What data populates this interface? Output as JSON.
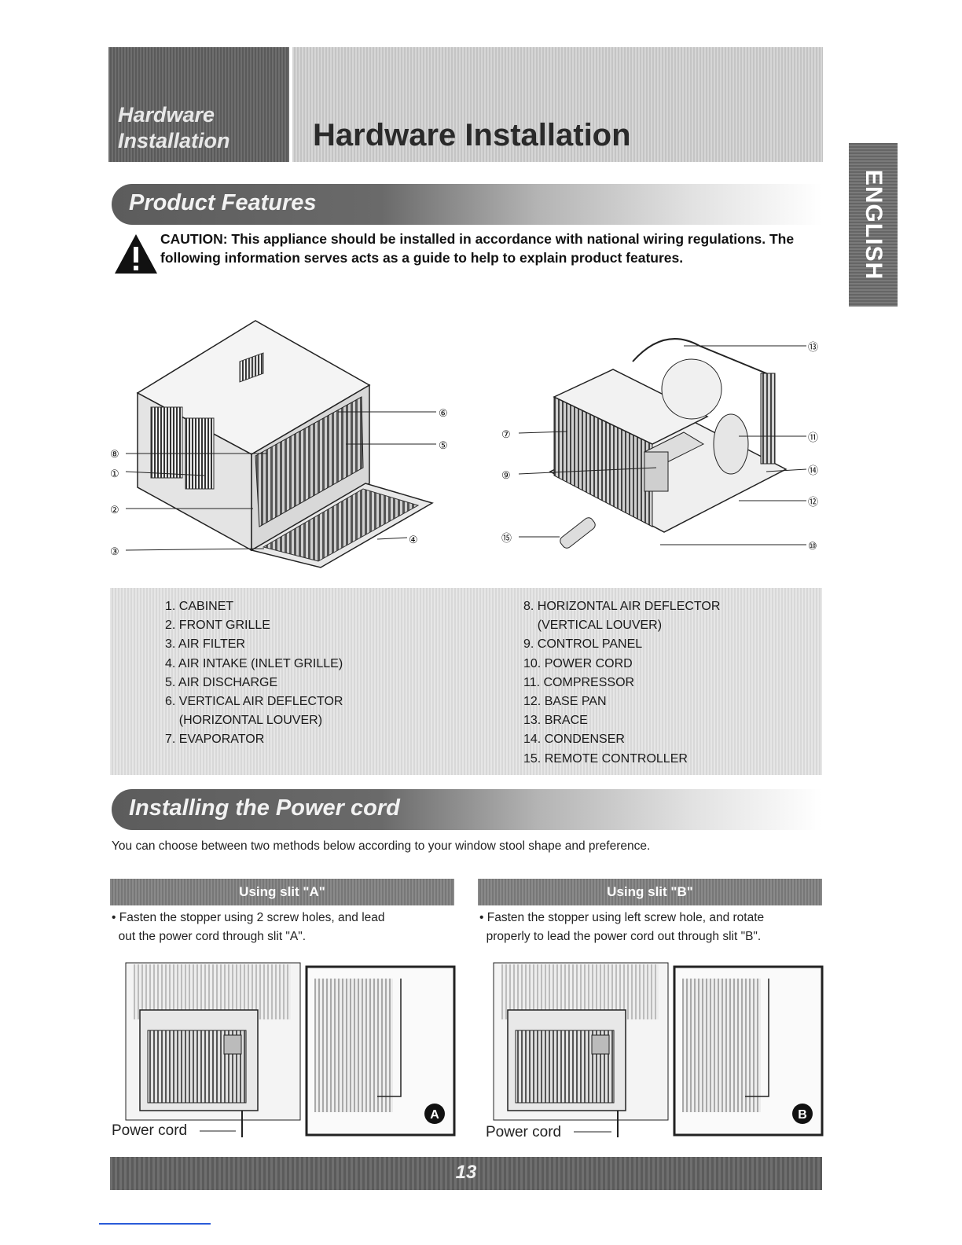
{
  "header": {
    "section_label_line1": "Hardware",
    "section_label_line2": "Installation",
    "title": "Hardware Installation"
  },
  "side_tab": {
    "language": "ENGLISH"
  },
  "product_features": {
    "heading": "Product Features",
    "caution": "CAUTION: This appliance should be installed in accordance with national wiring regulations. The following information serves acts as a guide to help to explain product features.",
    "callouts_left": [
      "⑧",
      "①",
      "②",
      "③",
      "⑥",
      "⑤",
      "④"
    ],
    "callouts_right": [
      "⑦",
      "⑨",
      "⑮",
      "⑬",
      "⑪",
      "⑭",
      "⑫",
      "⑩"
    ],
    "parts_left": [
      "1. CABINET",
      "2. FRONT GRILLE",
      "3. AIR FILTER",
      "4. AIR INTAKE (INLET GRILLE)",
      "5. AIR DISCHARGE",
      "6. VERTICAL AIR DEFLECTOR",
      "    (HORIZONTAL LOUVER)",
      "7. EVAPORATOR"
    ],
    "parts_right": [
      "8. HORIZONTAL AIR DEFLECTOR",
      "    (VERTICAL LOUVER)",
      "9. CONTROL PANEL",
      "10. POWER CORD",
      "11. COMPRESSOR",
      "12. BASE PAN",
      "13. BRACE",
      "14. CONDENSER",
      "15. REMOTE CONTROLLER"
    ]
  },
  "power_cord": {
    "heading": "Installing the Power cord",
    "intro": "You can choose between two methods below according to your window stool shape and preference.",
    "slit_a": {
      "title": "Using slit \"A\"",
      "line1": "• Fasten the stopper using 2 screw holes, and lead",
      "line2": "  out the power cord through slit \"A\".",
      "label": "Power cord",
      "badge": "A"
    },
    "slit_b": {
      "title": "Using slit \"B\"",
      "line1": "• Fasten the stopper using left screw hole, and rotate",
      "line2": "  properly to lead the power cord out through slit \"B\".",
      "label": "Power cord",
      "badge": "B"
    }
  },
  "footer": {
    "page_number": "13"
  }
}
